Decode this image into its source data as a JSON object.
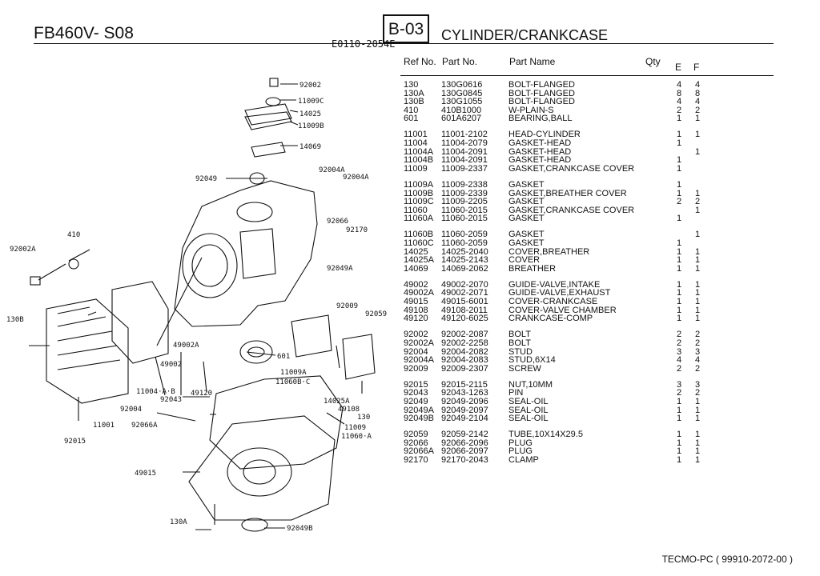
{
  "header": {
    "model": "FB460V- S08",
    "code": "E0110-2054E",
    "page": "B-03",
    "section": "CYLINDER/CRANKCASE"
  },
  "columns": {
    "ref": "Ref No.",
    "part": "Part No.",
    "name": "Part Name",
    "qty": "Qty",
    "e": "E",
    "f": "F"
  },
  "groups": [
    [
      {
        "ref": "130",
        "part": "130G0616",
        "name": "BOLT-FLANGED",
        "e": "4",
        "f": "4"
      },
      {
        "ref": "130A",
        "part": "130G0845",
        "name": "BOLT-FLANGED",
        "e": "8",
        "f": "8"
      },
      {
        "ref": "130B",
        "part": "130G1055",
        "name": "BOLT-FLANGED",
        "e": "4",
        "f": "4"
      },
      {
        "ref": "410",
        "part": "410B1000",
        "name": "W-PLAIN-S",
        "e": "2",
        "f": "2"
      },
      {
        "ref": "601",
        "part": "601A6207",
        "name": "BEARING,BALL",
        "e": "1",
        "f": "1"
      }
    ],
    [
      {
        "ref": "11001",
        "part": "11001-2102",
        "name": "HEAD-CYLINDER",
        "e": "1",
        "f": "1"
      },
      {
        "ref": "11004",
        "part": "11004-2079",
        "name": "GASKET-HEAD",
        "e": "1",
        "f": ""
      },
      {
        "ref": "11004A",
        "part": "11004-2091",
        "name": "GASKET-HEAD",
        "e": "",
        "f": "1"
      },
      {
        "ref": "11004B",
        "part": "11004-2091",
        "name": "GASKET-HEAD",
        "e": "1",
        "f": ""
      },
      {
        "ref": "11009",
        "part": "11009-2337",
        "name": "GASKET,CRANKCASE COVER",
        "e": "1",
        "f": ""
      }
    ],
    [
      {
        "ref": "11009A",
        "part": "11009-2338",
        "name": "GASKET",
        "e": "1",
        "f": ""
      },
      {
        "ref": "11009B",
        "part": "11009-2339",
        "name": "GASKET,BREATHER COVER",
        "e": "1",
        "f": "1"
      },
      {
        "ref": "11009C",
        "part": "11009-2205",
        "name": "GASKET",
        "e": "2",
        "f": "2"
      },
      {
        "ref": "11060",
        "part": "11060-2015",
        "name": "GASKET,CRANKCASE COVER",
        "e": "",
        "f": "1"
      },
      {
        "ref": "11060A",
        "part": "11060-2015",
        "name": "GASKET",
        "e": "1",
        "f": ""
      }
    ],
    [
      {
        "ref": "11060B",
        "part": "11060-2059",
        "name": "GASKET",
        "e": "",
        "f": "1"
      },
      {
        "ref": "11060C",
        "part": "11060-2059",
        "name": "GASKET",
        "e": "1",
        "f": ""
      },
      {
        "ref": "14025",
        "part": "14025-2040",
        "name": "COVER,BREATHER",
        "e": "1",
        "f": "1"
      },
      {
        "ref": "14025A",
        "part": "14025-2143",
        "name": "COVER",
        "e": "1",
        "f": "1"
      },
      {
        "ref": "14069",
        "part": "14069-2062",
        "name": "BREATHER",
        "e": "1",
        "f": "1"
      }
    ],
    [
      {
        "ref": "49002",
        "part": "49002-2070",
        "name": "GUIDE-VALVE,INTAKE",
        "e": "1",
        "f": "1"
      },
      {
        "ref": "49002A",
        "part": "49002-2071",
        "name": "GUIDE-VALVE,EXHAUST",
        "e": "1",
        "f": "1"
      },
      {
        "ref": "49015",
        "part": "49015-6001",
        "name": "COVER-CRANKCASE",
        "e": "1",
        "f": "1"
      },
      {
        "ref": "49108",
        "part": "49108-2011",
        "name": "COVER-VALVE CHAMBER",
        "e": "1",
        "f": "1"
      },
      {
        "ref": "49120",
        "part": "49120-6025",
        "name": "CRANKCASE-COMP",
        "e": "1",
        "f": "1"
      }
    ],
    [
      {
        "ref": "92002",
        "part": "92002-2087",
        "name": "BOLT",
        "e": "2",
        "f": "2"
      },
      {
        "ref": "92002A",
        "part": "92002-2258",
        "name": "BOLT",
        "e": "2",
        "f": "2"
      },
      {
        "ref": "92004",
        "part": "92004-2082",
        "name": "STUD",
        "e": "3",
        "f": "3"
      },
      {
        "ref": "92004A",
        "part": "92004-2083",
        "name": "STUD,6X14",
        "e": "4",
        "f": "4"
      },
      {
        "ref": "92009",
        "part": "92009-2307",
        "name": "SCREW",
        "e": "2",
        "f": "2"
      }
    ],
    [
      {
        "ref": "92015",
        "part": "92015-2115",
        "name": "NUT,10MM",
        "e": "3",
        "f": "3"
      },
      {
        "ref": "92043",
        "part": "92043-1263",
        "name": "PIN",
        "e": "2",
        "f": "2"
      },
      {
        "ref": "92049",
        "part": "92049-2096",
        "name": "SEAL-OIL",
        "e": "1",
        "f": "1"
      },
      {
        "ref": "92049A",
        "part": "92049-2097",
        "name": "SEAL-OIL",
        "e": "1",
        "f": "1"
      },
      {
        "ref": "92049B",
        "part": "92049-2104",
        "name": "SEAL-OIL",
        "e": "1",
        "f": "1"
      }
    ],
    [
      {
        "ref": "92059",
        "part": "92059-2142",
        "name": "TUBE,10X14X29.5",
        "e": "1",
        "f": "1"
      },
      {
        "ref": "92066",
        "part": "92066-2096",
        "name": "PLUG",
        "e": "1",
        "f": "1"
      },
      {
        "ref": "92066A",
        "part": "92066-2097",
        "name": "PLUG",
        "e": "1",
        "f": "1"
      },
      {
        "ref": "92170",
        "part": "92170-2043",
        "name": "CLAMP",
        "e": "1",
        "f": "1"
      }
    ]
  ],
  "diagram_labels": [
    "92002",
    "11009C",
    "14025",
    "11009B",
    "14069",
    "92004A",
    "92004A",
    "92049",
    "92066",
    "92170",
    "410",
    "92002A",
    "92049A",
    "92009",
    "92059",
    "130B",
    "49002A",
    "601",
    "49002",
    "11009A",
    "11060B·C",
    "11004·A·B",
    "49120",
    "92043",
    "14025A",
    "92004",
    "49108",
    "130",
    "11001",
    "92066A",
    "11009",
    "11060·A",
    "92015",
    "49015",
    "130A",
    "92049B"
  ],
  "footer": "TECMO-PC ( 99910-2072-00 )"
}
